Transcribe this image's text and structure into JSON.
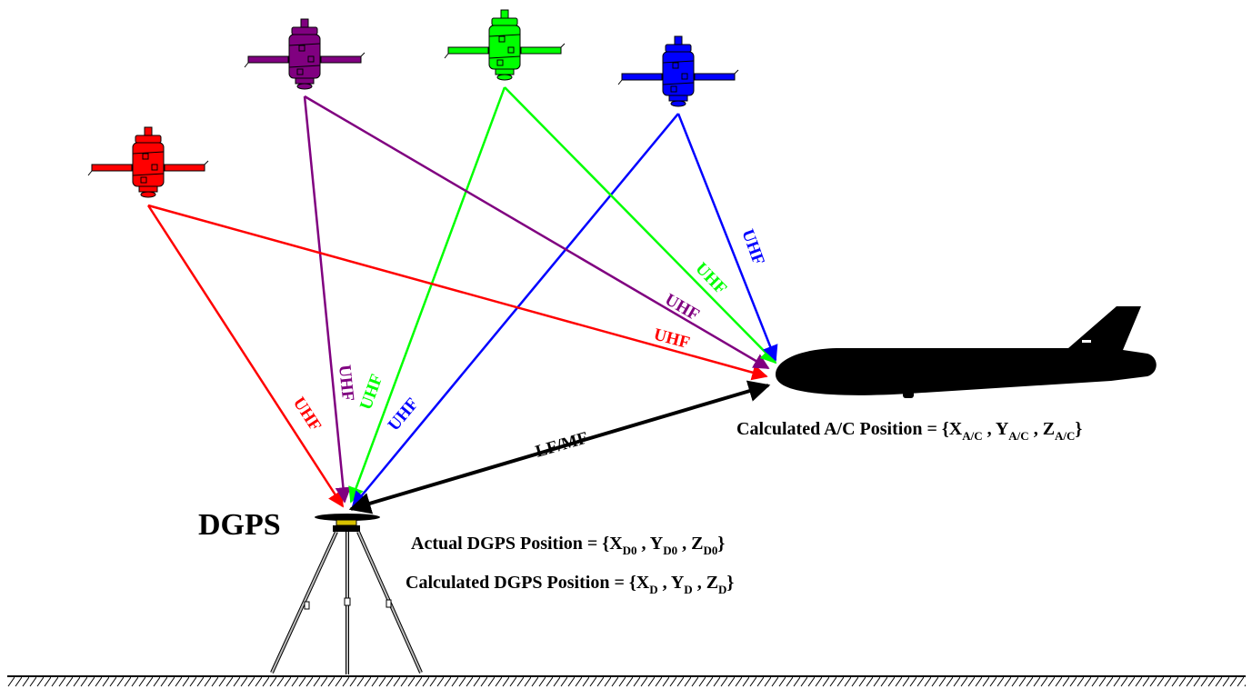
{
  "colors": {
    "red": "#ff0000",
    "purple": "#800080",
    "green": "#00ff00",
    "blue": "#0000ff",
    "black": "#000000"
  },
  "links": {
    "uhf_label": "UHF",
    "lfmf_label": "LF/MF"
  },
  "receiver": {
    "label": "DGPS"
  },
  "aircraft": {
    "position_prefix": "Calculated A/C Position = {",
    "x": "X",
    "x_sub": "A/C",
    "y": "Y",
    "y_sub": "A/C",
    "z": "Z",
    "z_sub": "A/C",
    "sep": " , ",
    "close": "}"
  },
  "dgps_actual": {
    "prefix": "Actual DGPS Position = {",
    "x": "X",
    "x_sub": "D0",
    "y": "Y",
    "y_sub": "D0",
    "z": "Z",
    "z_sub": "D0",
    "sep": " , ",
    "close": "}"
  },
  "dgps_calculated": {
    "prefix": "Calculated DGPS Position = {",
    "x": "X",
    "x_sub": "D",
    "y": "Y",
    "y_sub": "D",
    "z": "Z",
    "z_sub": "D",
    "sep": " , ",
    "close": "}"
  }
}
